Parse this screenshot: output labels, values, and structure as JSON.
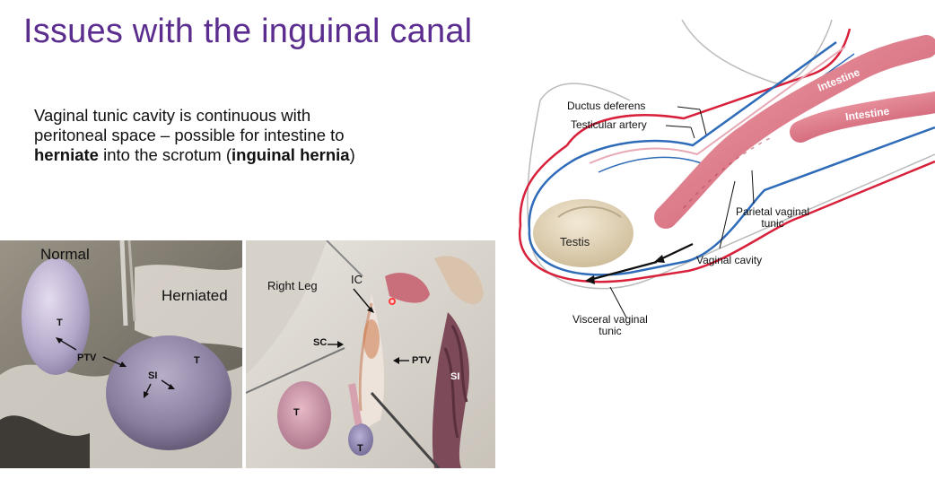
{
  "slide": {
    "title": "Issues with the inguinal canal",
    "bullet": {
      "part1": "Vaginal tunic cavity is continuous with peritoneal space – possible for intestine to ",
      "bold1": "herniate",
      "part2": " into the scrotum (",
      "bold2": "inguinal hernia",
      "part3": ")"
    }
  },
  "photo_left": {
    "label_normal": "Normal",
    "label_herniated": "Herniated",
    "label_t1": "T",
    "label_ptv": "PTV",
    "label_si": "SI",
    "label_t2": "T"
  },
  "photo_right": {
    "label_right_leg": "Right Leg",
    "label_ic": "IC",
    "label_sc": "SC",
    "label_ptv": "PTV",
    "label_si": "SI",
    "label_t1": "T",
    "label_t2": "T"
  },
  "diagram": {
    "ductus_deferens": "Ductus deferens",
    "testicular_artery": "Testicular artery",
    "testis": "Testis",
    "intestine_1": "Intestine",
    "intestine_2": "Intestine",
    "parietal_line1": "Parietal vaginal",
    "parietal_line2": "tunic",
    "vaginal_cavity": "Vaginal cavity",
    "visceral_line1": "Visceral vaginal",
    "visceral_line2": "tunic"
  },
  "colors": {
    "title": "#5b2d8e",
    "parietal_red": "#d8203a",
    "visceral_blue": "#2e6bb8",
    "intestine": "#e07a86"
  }
}
